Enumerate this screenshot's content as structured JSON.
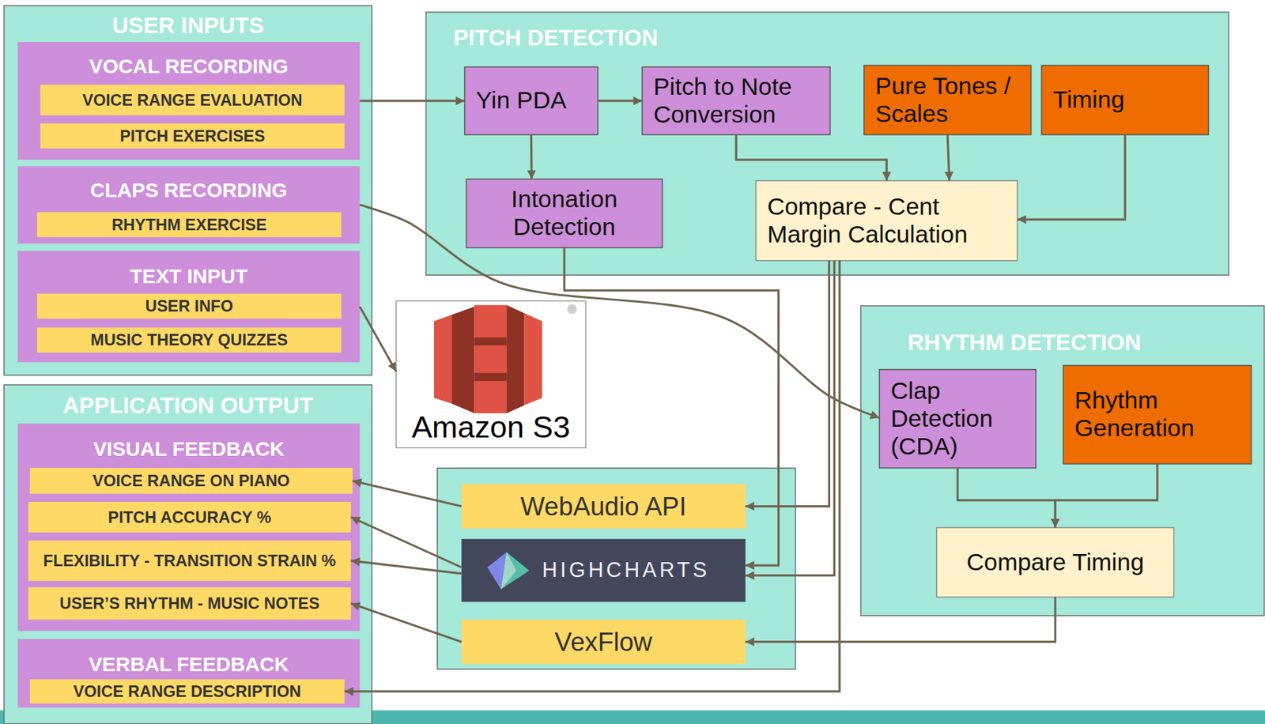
{
  "diagram": {
    "nodes": [
      {
        "text": [
          "USER INPUTS"
        ]
      },
      {
        "text": [
          "VOCAL RECORDING"
        ],
        "in": 0
      },
      {
        "text": [
          "VOICE RANGE EVALUATION"
        ],
        "in": 1
      },
      {
        "text": [
          "PITCH EXERCISES"
        ],
        "in": 1
      },
      {
        "text": [
          "CLAPS RECORDING"
        ],
        "in": 0
      },
      {
        "text": [
          "RHYTHM EXERCISE"
        ],
        "in": 4
      },
      {
        "text": [
          "TEXT INPUT"
        ],
        "in": 0
      },
      {
        "text": [
          "USER INFO"
        ],
        "in": 6
      },
      {
        "text": [
          "MUSIC THEORY QUIZZES"
        ],
        "in": 6
      },
      {
        "text": [
          "PITCH DETECTION"
        ]
      },
      {
        "text": [
          "Yin PDA"
        ],
        "in": 9
      },
      {
        "text": [
          "Pitch to Note Conversion"
        ],
        "in": 9
      },
      {
        "text": [
          "Pure Tones / Scales"
        ],
        "in": 9
      },
      {
        "text": [
          "Timing"
        ],
        "in": 9
      },
      {
        "text": [
          "Intonation Detection"
        ],
        "in": 9
      },
      {
        "text": [
          "Compare - Cent Margin Calculation"
        ],
        "in": 9
      },
      {
        "text": [
          "Amazon S3"
        ]
      },
      {
        "text": [
          "APPLICATION OUTPUT"
        ]
      },
      {
        "text": [
          "VISUAL FEEDBACK"
        ],
        "in": 17
      },
      {
        "text": [
          "VOICE RANGE ON PIANO"
        ],
        "in": 18
      },
      {
        "text": [
          "PITCH ACCURACY %"
        ],
        "in": 18
      },
      {
        "text": [
          "FLEXIBILITY - TRANSITION STRAIN %"
        ],
        "in": 18
      },
      {
        "text": [
          "USER’S RHYTHM - MUSIC NOTES"
        ],
        "in": 18
      },
      {
        "text": [
          "VERBAL FEEDBACK"
        ],
        "in": 17
      },
      {
        "text": [
          "VOICE RANGE DESCRIPTION"
        ],
        "in": 23
      },
      {
        "text": [
          "RHYTHM DETECTION"
        ]
      },
      {
        "text": [
          "Clap Detection (CDA)"
        ],
        "in": 25
      },
      {
        "text": [
          "Rhythm Generation"
        ],
        "in": 25
      },
      {
        "text": [
          "Compare Timing"
        ],
        "in": 25
      },
      {
        "text": [
          "WebAudio API"
        ]
      },
      {
        "text": [
          "HIGHCHARTS"
        ]
      },
      {
        "text": [
          "VexFlow"
        ]
      }
    ],
    "edges": [
      {
        "from": 1,
        "to": 10,
        "arrow": "to"
      },
      {
        "from": 10,
        "to": 11,
        "arrow": "to"
      },
      {
        "from": 10,
        "to": 14,
        "arrow": "to"
      },
      {
        "from": 11,
        "to": 15,
        "arrow": "to"
      },
      {
        "from": 12,
        "to": 15,
        "arrow": "to"
      },
      {
        "from": 13,
        "to": 15,
        "arrow": "to"
      },
      {
        "from": 4,
        "to": 26,
        "arrow": "to"
      },
      {
        "from": 6,
        "to": 16,
        "arrow": "to"
      },
      {
        "from": 14,
        "to": 30,
        "arrow": "to"
      },
      {
        "from": 15,
        "to": 29,
        "arrow": "to"
      },
      {
        "from": 15,
        "to": 30,
        "arrow": "to"
      },
      {
        "from": 15,
        "to": 24,
        "arrow": "to"
      },
      {
        "from": 29,
        "to": 19,
        "arrow": "to"
      },
      {
        "from": 30,
        "to": 20,
        "arrow": "to"
      },
      {
        "from": 30,
        "to": 21,
        "arrow": "to"
      },
      {
        "from": 31,
        "to": 22,
        "arrow": "to"
      },
      {
        "from": 26,
        "to": 28,
        "arrow": "to"
      },
      {
        "from": 27,
        "to": 28,
        "arrow": "to"
      },
      {
        "from": 28,
        "to": 31,
        "arrow": "to"
      }
    ]
  }
}
